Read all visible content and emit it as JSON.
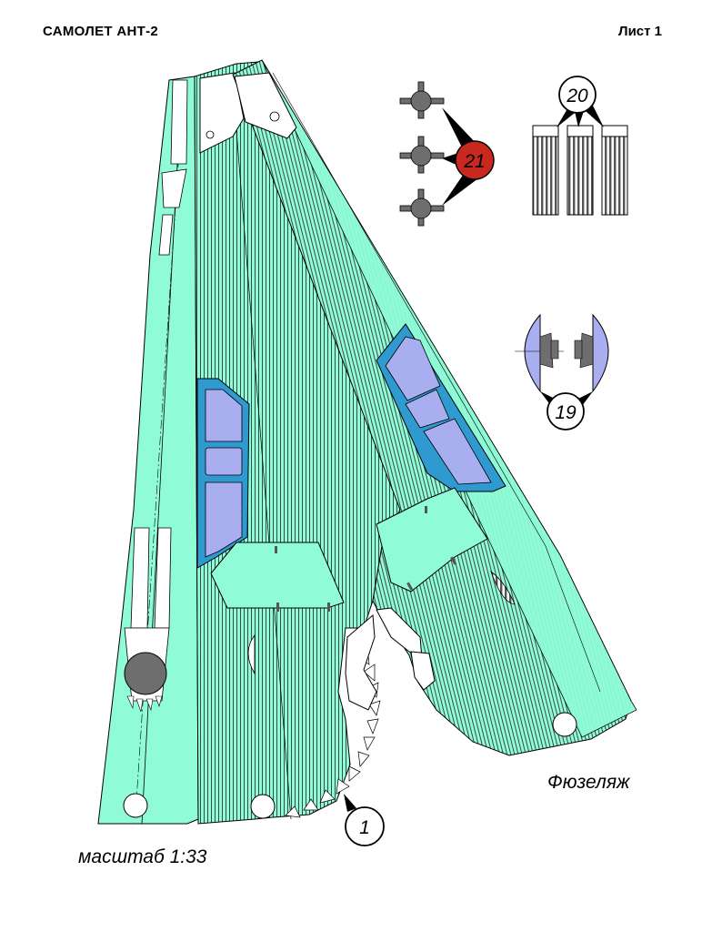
{
  "header": {
    "title": "САМОЛЕТ АНТ-2",
    "sheet": "Лист 1"
  },
  "footer": {
    "scale": "масштаб 1:33",
    "part_name": "Фюзеляж"
  },
  "callouts": {
    "fuselage": "1",
    "part19": "19",
    "part20": "20",
    "part21": "21"
  },
  "colors": {
    "skin": "#8ffcd7",
    "stripe": "#3a4a46",
    "frame": "#2e9ad0",
    "glass": "#a8aef0",
    "gray": "#6e6e6e",
    "callout_red": "#c8281e"
  }
}
